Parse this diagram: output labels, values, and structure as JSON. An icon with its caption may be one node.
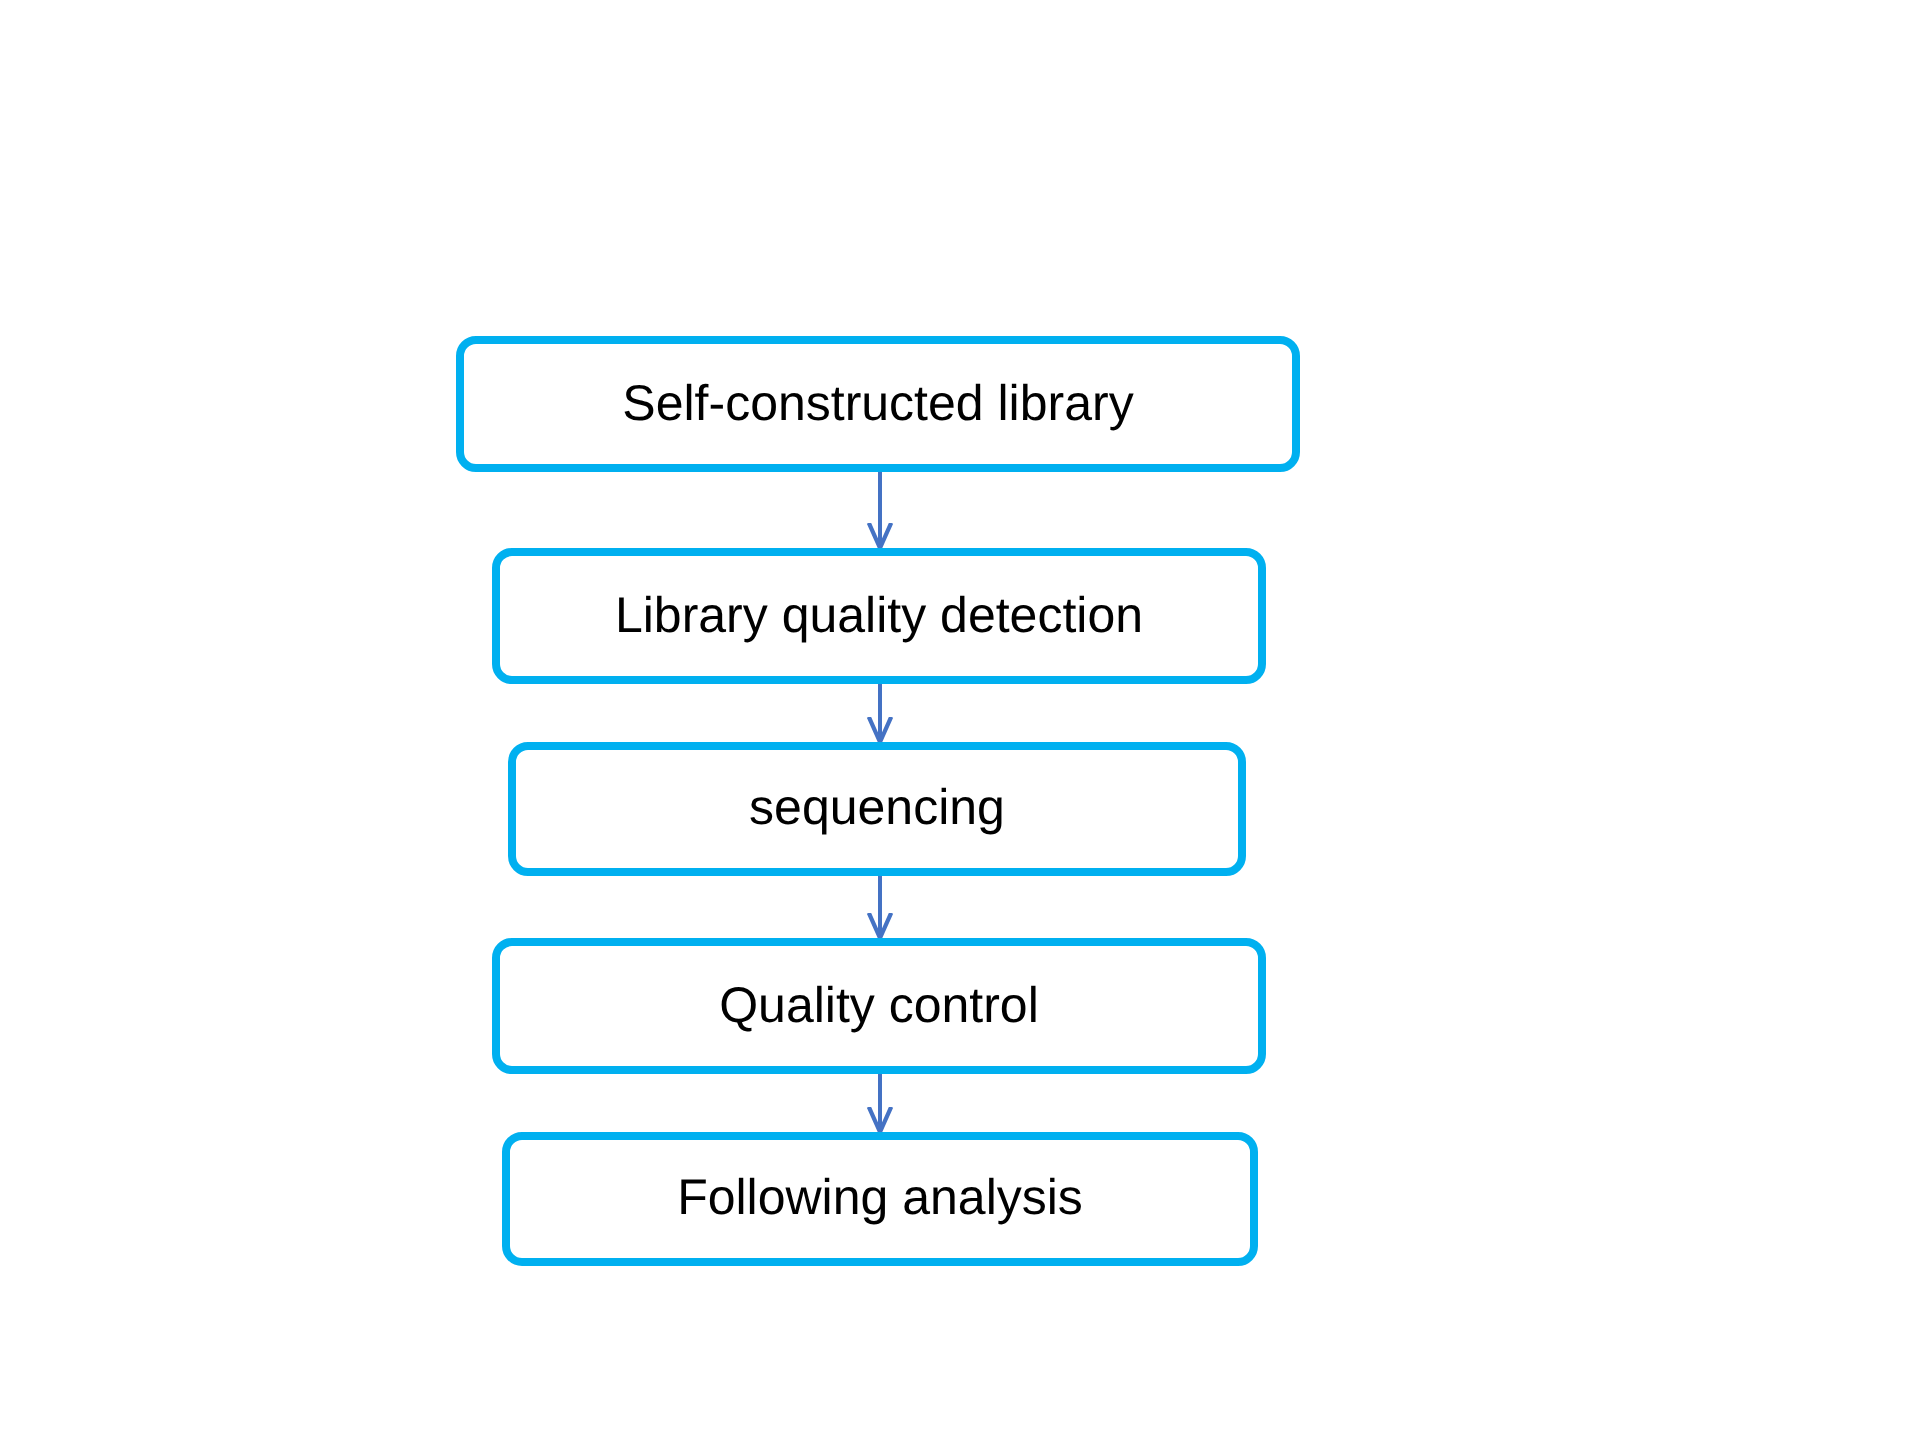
{
  "diagram": {
    "nodes": [
      {
        "text": [
          "Self-constructed library"
        ]
      },
      {
        "text": [
          "Library quality detection"
        ]
      },
      {
        "text": [
          "sequencing"
        ]
      },
      {
        "text": [
          "Quality control"
        ]
      },
      {
        "text": [
          "Following analysis"
        ]
      }
    ],
    "edges": [
      {
        "from": 0,
        "to": 1,
        "arrow": "to"
      },
      {
        "from": 1,
        "to": 2,
        "arrow": "to"
      },
      {
        "from": 2,
        "to": 3,
        "arrow": "to"
      },
      {
        "from": 3,
        "to": 4,
        "arrow": "to"
      }
    ]
  }
}
